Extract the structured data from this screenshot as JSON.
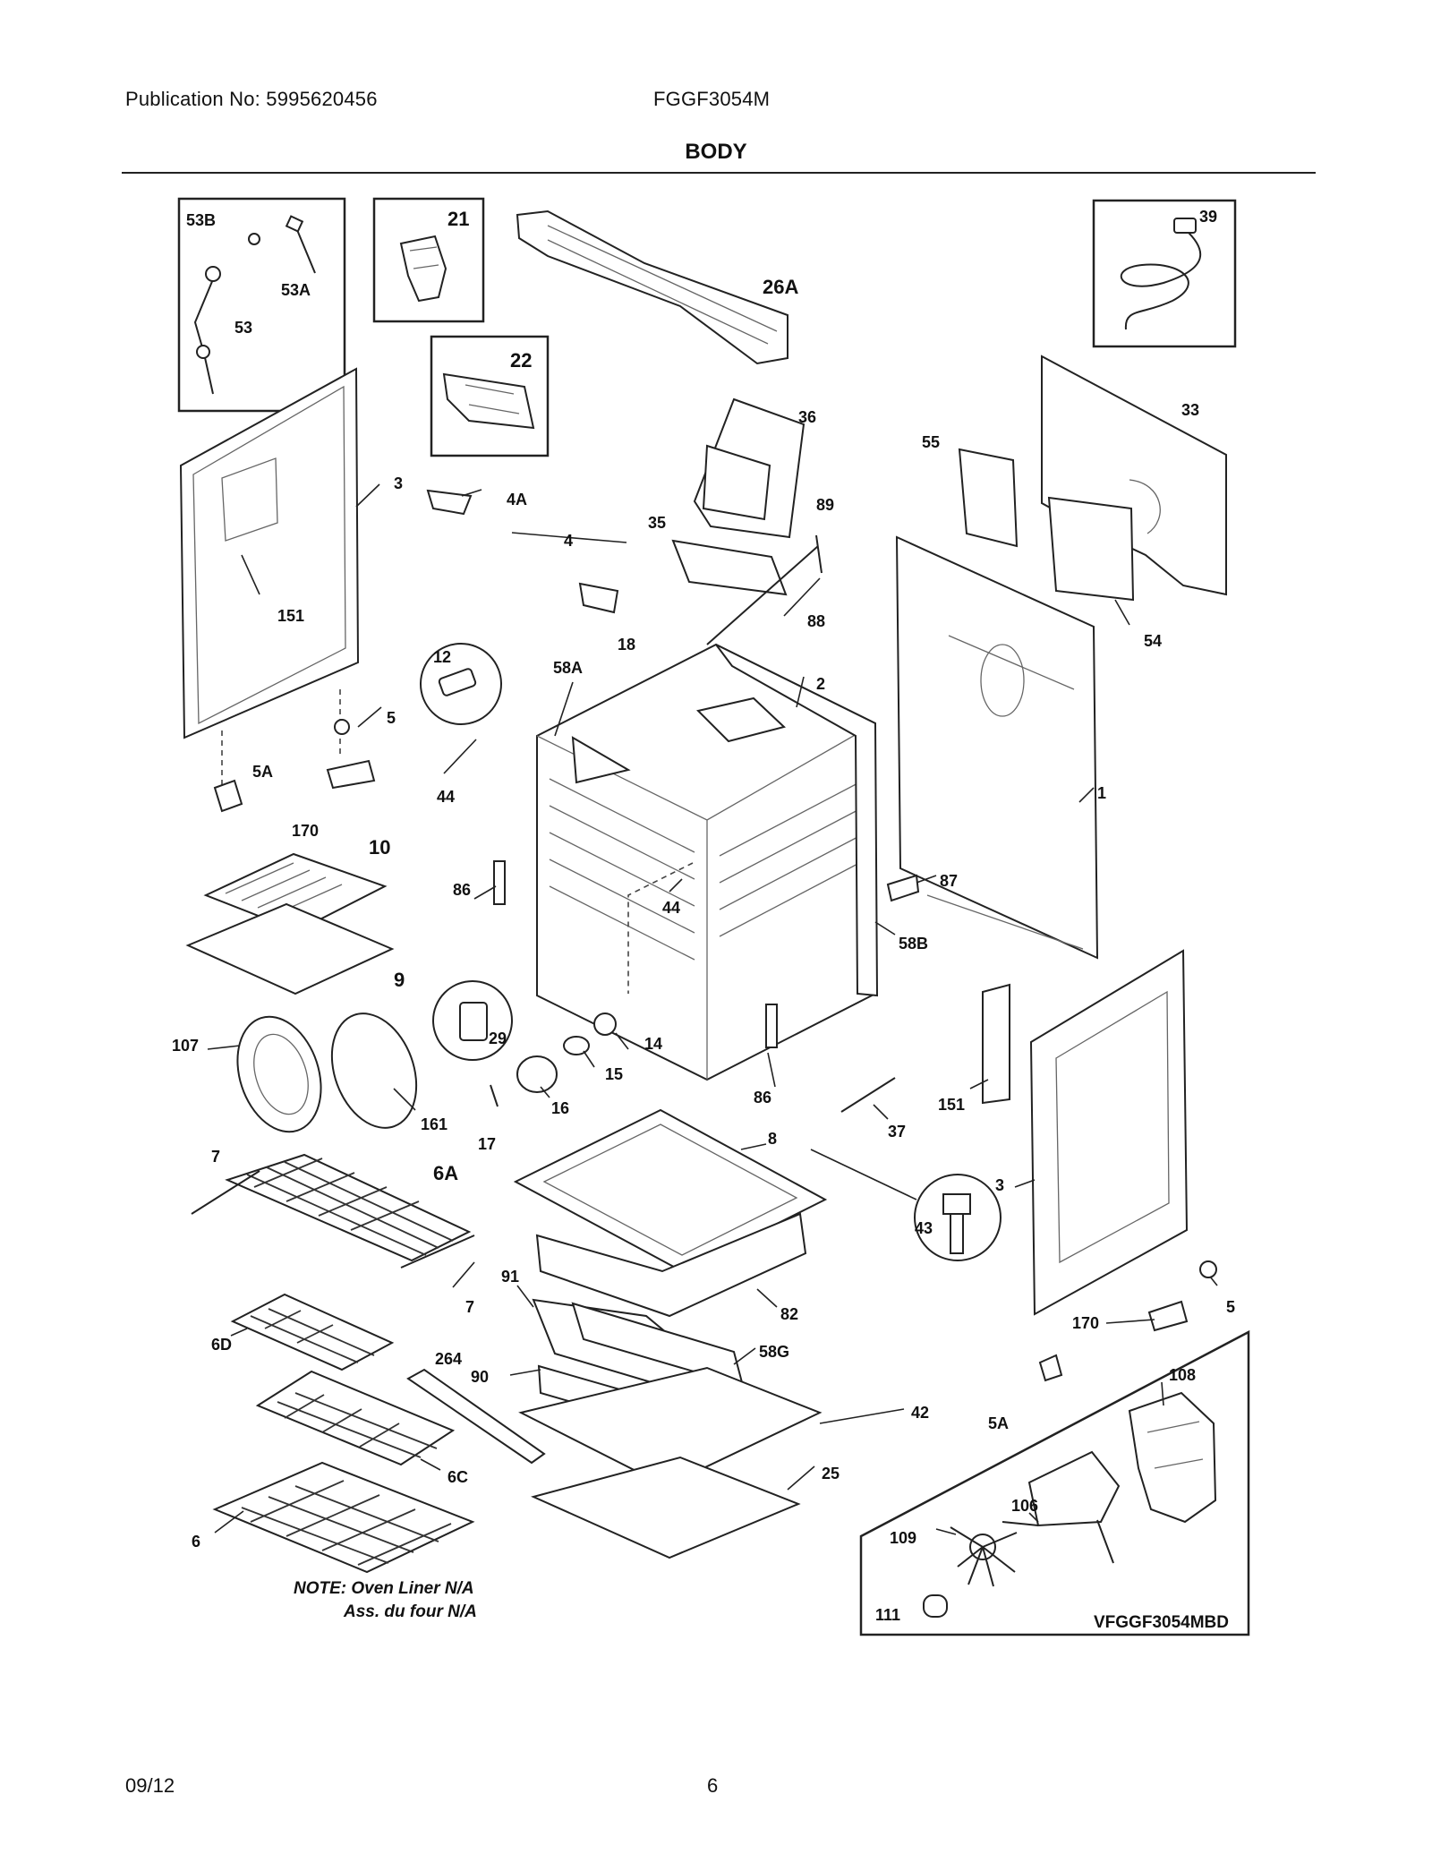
{
  "header": {
    "publication": "Publication No: 5995620456",
    "model": "FGGF3054M",
    "title": "BODY"
  },
  "diagram": {
    "callouts": {
      "c53B": "53B",
      "c53A": "53A",
      "c53": "53",
      "c21": "21",
      "c22": "22",
      "c26A": "26A",
      "c39": "39",
      "c33": "33",
      "c36": "36",
      "c55": "55",
      "c3a": "3",
      "c4A": "4A",
      "c35": "35",
      "c89": "89",
      "c4": "4",
      "c88": "88",
      "c54": "54",
      "c151a": "151",
      "c12": "12",
      "c18": "18",
      "c58A": "58A",
      "c2": "2",
      "c5a": "5",
      "c5Aa": "5A",
      "c44a": "44",
      "c170a": "170",
      "c1": "1",
      "c10": "10",
      "c87": "87",
      "c86a": "86",
      "c44b": "44",
      "c58B": "58B",
      "c9": "9",
      "c29": "29",
      "c14": "14",
      "c107": "107",
      "c15": "15",
      "c16": "16",
      "c161": "161",
      "c17": "17",
      "c86b": "86",
      "c151b": "151",
      "c37": "37",
      "c8": "8",
      "c7a": "7",
      "c6A": "6A",
      "c3b": "3",
      "c43": "43",
      "c7b": "7",
      "c82": "82",
      "c91": "91",
      "c264": "264",
      "c5b": "5",
      "c170b": "170",
      "c6D": "6D",
      "c58G": "58G",
      "c90": "90",
      "c108": "108",
      "c42": "42",
      "c5Ab": "5A",
      "c6C": "6C",
      "c25": "25",
      "c106": "106",
      "c6": "6",
      "c109": "109",
      "c111": "111"
    },
    "note_line1": "NOTE: Oven Liner N/A",
    "note_line2": "Ass. du four N/A",
    "drawing_code": "VFGGF3054MBD"
  },
  "footer": {
    "date": "09/12",
    "page": "6"
  }
}
